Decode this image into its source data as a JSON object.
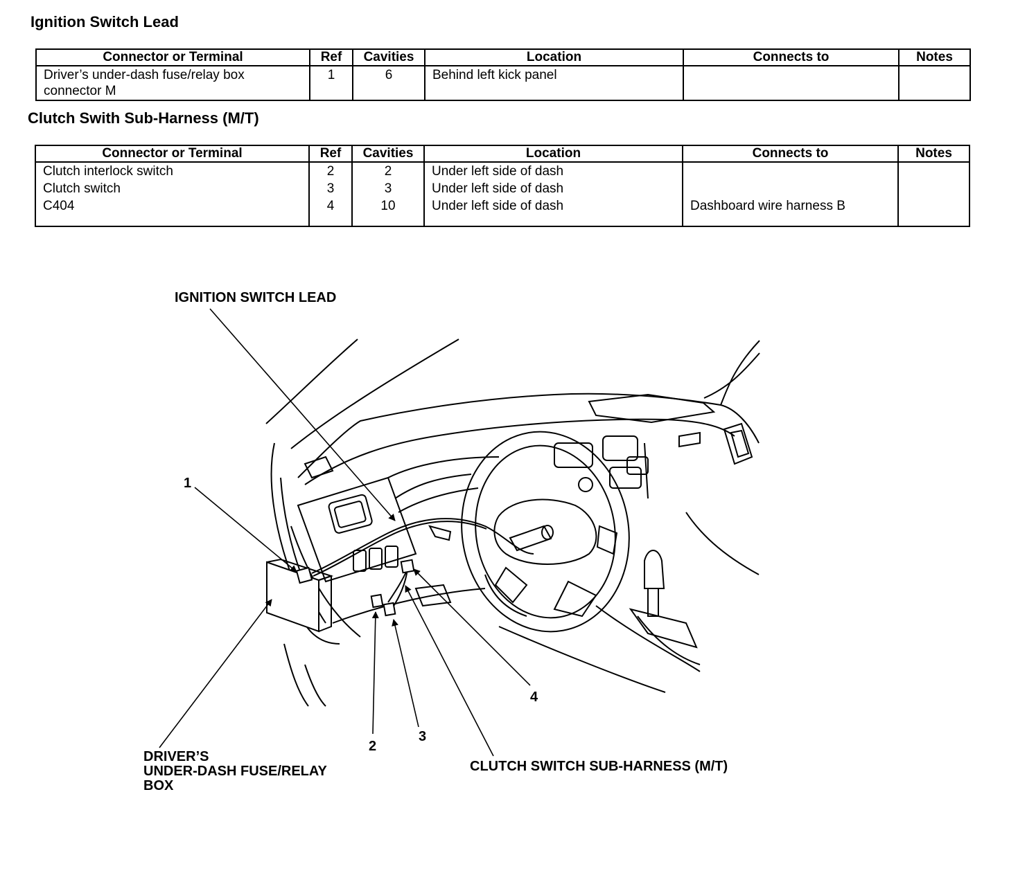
{
  "ignition_section": {
    "title": "Ignition Switch Lead",
    "headers": [
      "Connector or Terminal",
      "Ref",
      "Cavities",
      "Location",
      "Connects to",
      "Notes"
    ],
    "rows": [
      {
        "connector": "Driver’s under-dash fuse/relay box connector M",
        "ref": "1",
        "cavities": "6",
        "location": "Behind left kick panel",
        "connects_to": "",
        "notes": ""
      }
    ]
  },
  "clutch_section": {
    "title": "Clutch Swith Sub-Harness (M/T)",
    "headers": [
      "Connector or Terminal",
      "Ref",
      "Cavities",
      "Location",
      "Connects to",
      "Notes"
    ],
    "rows": [
      {
        "connector": "Clutch interlock switch",
        "ref": "2",
        "cavities": "2",
        "location": "Under left side of dash",
        "connects_to": "",
        "notes": ""
      },
      {
        "connector": "Clutch switch",
        "ref": "3",
        "cavities": "3",
        "location": "Under left side of dash",
        "connects_to": "",
        "notes": ""
      },
      {
        "connector": "C404",
        "ref": "4",
        "cavities": "10",
        "location": "Under left side of dash",
        "connects_to": "Dashboard wire harness B",
        "notes": ""
      }
    ]
  },
  "diagram": {
    "label_ignition_lead": "IGNITION SWITCH LEAD",
    "label_fuse_box_line1": "DRIVER’S",
    "label_fuse_box_line2": "UNDER-DASH FUSE/RELAY",
    "label_fuse_box_line3": "BOX",
    "label_clutch_harness": "CLUTCH SWITCH SUB-HARNESS (M/T)",
    "ref_1": "1",
    "ref_2": "2",
    "ref_3": "3",
    "ref_4": "4"
  }
}
